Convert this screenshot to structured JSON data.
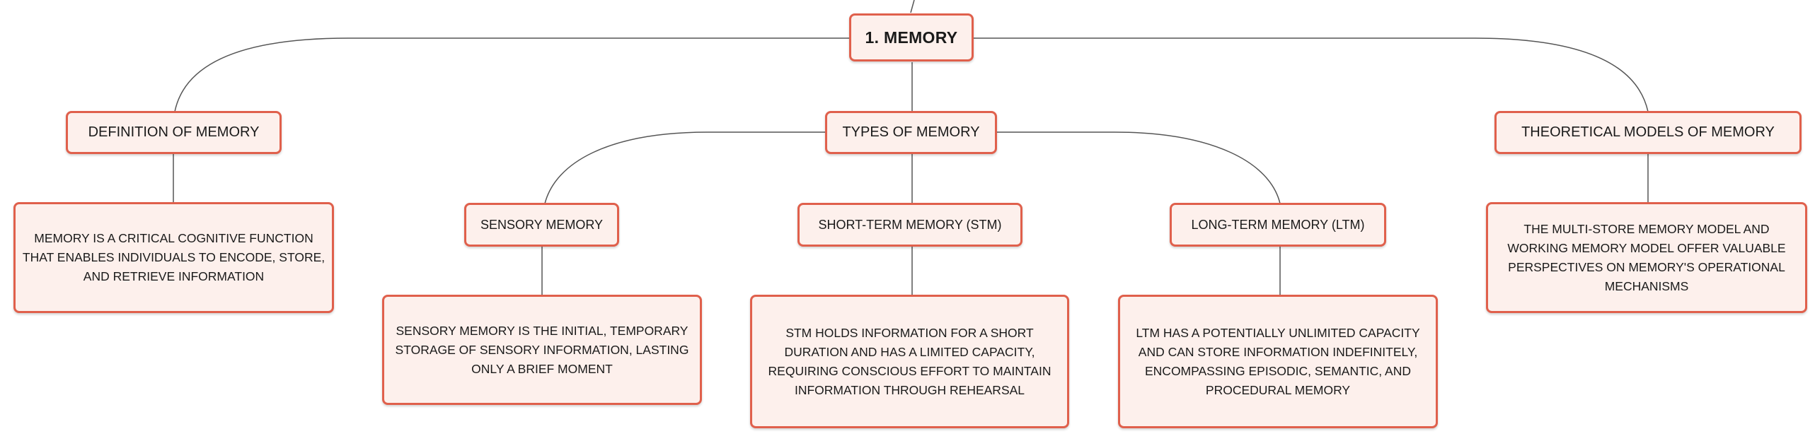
{
  "colors": {
    "border": "#e0604c",
    "fill": "#fdf0ec",
    "line": "#555555"
  },
  "root": {
    "label": "1. MEMORY"
  },
  "branches": {
    "definition": {
      "label": "DEFINITION OF MEMORY",
      "description": "MEMORY IS A CRITICAL COGNITIVE FUNCTION THAT ENABLES INDIVIDUALS TO ENCODE, STORE, AND RETRIEVE INFORMATION"
    },
    "types": {
      "label": "TYPES OF MEMORY",
      "children": [
        {
          "label": "SENSORY MEMORY",
          "description": "SENSORY MEMORY IS THE INITIAL, TEMPORARY STORAGE OF SENSORY INFORMATION, LASTING ONLY A BRIEF MOMENT"
        },
        {
          "label": "SHORT-TERM MEMORY (STM)",
          "description": "STM HOLDS INFORMATION FOR A SHORT DURATION AND HAS A LIMITED CAPACITY, REQUIRING CONSCIOUS EFFORT TO MAINTAIN INFORMATION THROUGH REHEARSAL"
        },
        {
          "label": "LONG-TERM MEMORY (LTM)",
          "description": "LTM HAS A POTENTIALLY UNLIMITED CAPACITY AND CAN STORE INFORMATION INDEFINITELY, ENCOMPASSING EPISODIC, SEMANTIC, AND PROCEDURAL MEMORY"
        }
      ]
    },
    "models": {
      "label": "THEORETICAL MODELS OF MEMORY",
      "description": "THE MULTI-STORE MEMORY MODEL AND WORKING MEMORY MODEL OFFER VALUABLE PERSPECTIVES ON MEMORY'S OPERATIONAL MECHANISMS"
    }
  }
}
